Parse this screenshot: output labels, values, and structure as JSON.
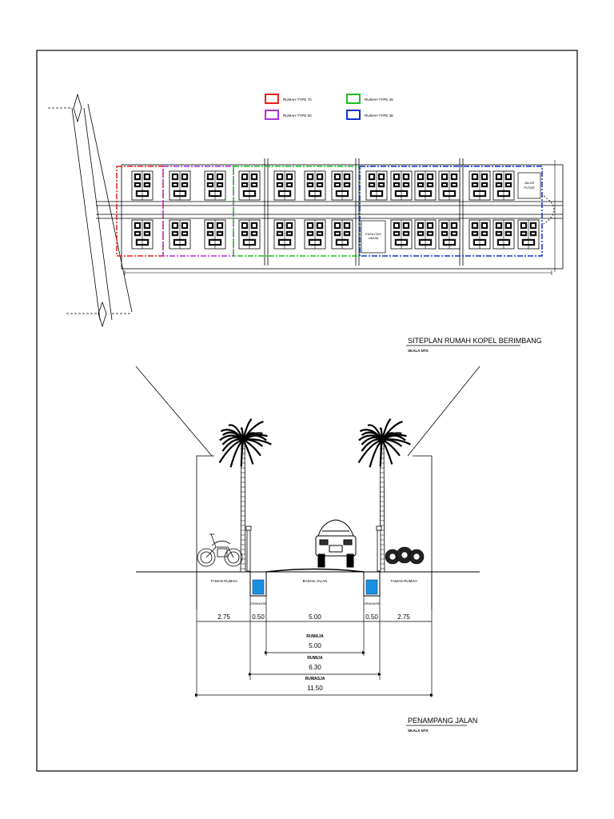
{
  "legend": {
    "items": [
      {
        "label": "RUMAH TYPE 70",
        "color": "#e02020"
      },
      {
        "label": "RUMAH TYPE 60",
        "color": "#b030e0"
      },
      {
        "label": "RUMAH TYPE 45",
        "color": "#20c020"
      },
      {
        "label": "RUMAH TYPE 36",
        "color": "#1030d0"
      }
    ]
  },
  "siteplan": {
    "title": "SITEPLAN RUMAH KOPEL BERIMBANG",
    "scale": "SKALA NTS",
    "jalur_putar_1": "JALUR",
    "jalur_putar_2": "PUTAR",
    "fasum_1": "FASILITAS",
    "fasum_2": "UMUM"
  },
  "section": {
    "title": "PENAMPANG JALAN",
    "scale": "SKALA NTS",
    "labels": {
      "taman_left": "TAMAN RUMAH",
      "badan_jalan": "BADAN JALAN",
      "taman_right": "TAMAN RUMAH",
      "drainase_left": "DRAINASE",
      "drainase_right": "DRAINASE"
    },
    "dims": {
      "left": "2.75",
      "drain_left": "0.50",
      "road": "5.00",
      "drain_right": "0.50",
      "right": "2.75"
    },
    "rumaja_label": "RUMAJA",
    "rumaja_value": "5.00",
    "rumija_label": "RUMIJA",
    "rumija_value": "6.30",
    "ruwasja_label": "RUWASJA",
    "ruwasja_value": "11.50"
  },
  "colors": {
    "line": "#000000",
    "drainage": "#1a8fe0",
    "type70": "#e02020",
    "type60": "#b030e0",
    "type45": "#20c020",
    "type36": "#1030d0"
  }
}
